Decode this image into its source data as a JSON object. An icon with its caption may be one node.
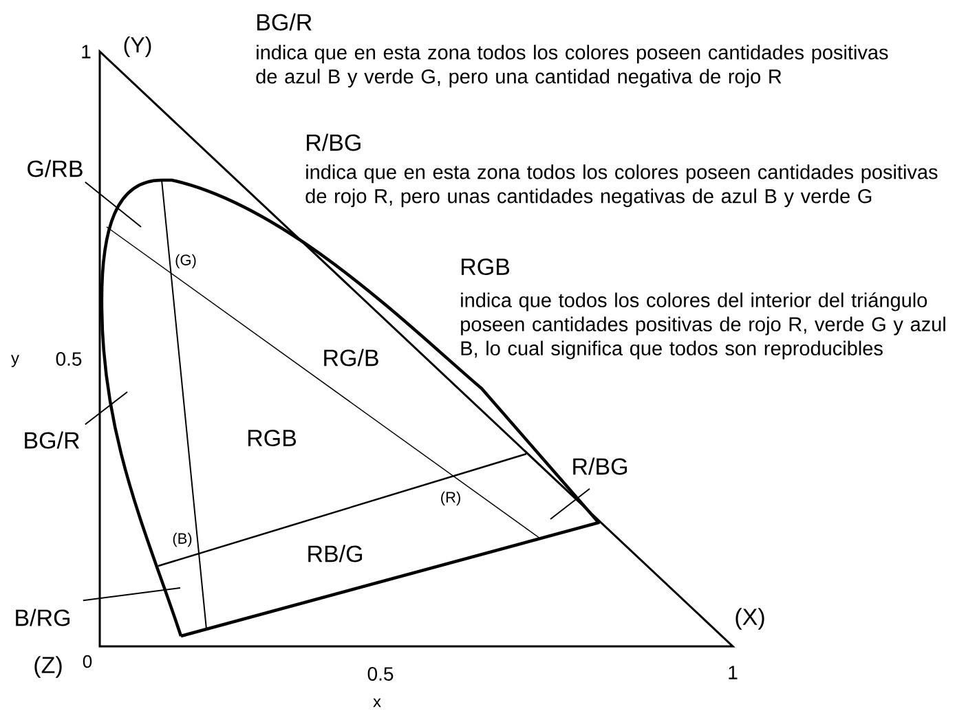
{
  "diagram": {
    "nodes": [
      {
        "text": [
          "G/RB"
        ]
      },
      {
        "text": [
          "BG/R"
        ]
      },
      {
        "text": [
          "B/RG"
        ]
      },
      {
        "text": [
          "R/BG"
        ]
      }
    ],
    "edges": [
      {
        "from": 0,
        "to": null,
        "arrow": "none"
      },
      {
        "from": 1,
        "to": null,
        "arrow": "none"
      },
      {
        "from": 2,
        "to": null,
        "arrow": "none"
      },
      {
        "from": 3,
        "to": null,
        "arrow": "none"
      }
    ],
    "labels": [
      "1",
      "(Y)",
      "BG/R",
      "indica que en esta zona todos los colores poseen cantidades positivas de azul B y verde G, pero una cantidad negativa de rojo R",
      "R/BG",
      "indica que en esta zona todos los colores poseen cantidades positivas de rojo R, pero unas cantidades negativas de azul B y verde G",
      "RGB",
      "indica que todos los colores del interior del triángulo poseen cantidades positivas de rojo R, verde G y azul B, lo cual significa que todos son reproducibles",
      "(G)",
      "y",
      "0.5",
      "RG/B",
      "RGB",
      "(R)",
      "(B)",
      "RB/G",
      "(X)",
      "(Z)",
      "0",
      "0.5",
      "1",
      "x"
    ]
  }
}
